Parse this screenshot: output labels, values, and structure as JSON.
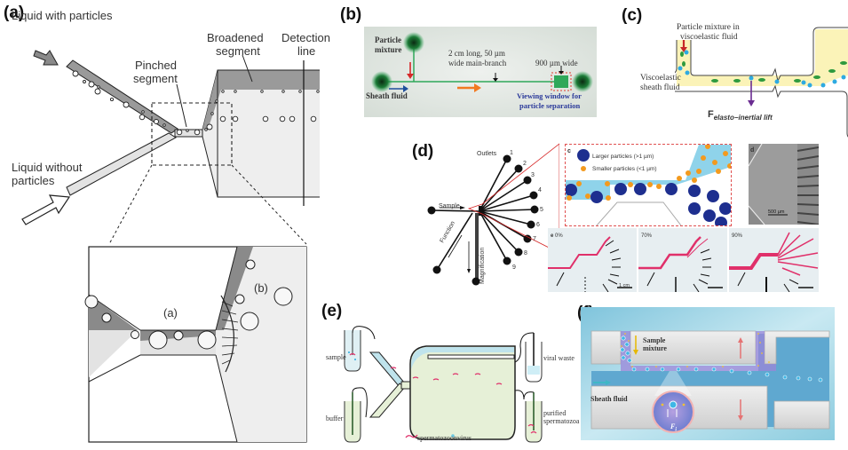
{
  "figure": {
    "panels": {
      "a": {
        "label": "(a)",
        "inlet_with_particles": "Liquid with particles",
        "inlet_without_particles_line1": "Liquid without",
        "inlet_without_particles_line2": "particles",
        "pinched_line1": "Pinched",
        "pinched_line2": "segment",
        "broadened_line1": "Broadened",
        "broadened_line2": "segment",
        "detection_line1": "Detection",
        "detection_line2": "line",
        "inset_label_a": "(a)",
        "inset_label_b": "(b)"
      },
      "b": {
        "label": "(b)",
        "particle_mixture_line1": "Particle",
        "particle_mixture_line2": "mixture",
        "main_branch_line1": "2 cm long, 50 µm",
        "main_branch_line2": "wide main-branch",
        "width_label": "900 µm wide",
        "sheath_fluid": "Sheath fluid",
        "viewing_window_line1": "Viewing window for",
        "viewing_window_line2": "particle separation"
      },
      "c": {
        "label": "(c)",
        "mixture_line1": "Particle mixture in",
        "mixture_line2": "viscoelastic fluid",
        "sheath_line1": "Viscoelastic",
        "sheath_line2": "sheath fluid",
        "force_symbol": "F",
        "force_subscript": "elasto−inertial lift"
      },
      "d": {
        "label": "(d)",
        "outlets_label": "Outlets",
        "outlet_numbers": [
          "1",
          "2",
          "3",
          "4",
          "5",
          "6",
          "7",
          "8",
          "9"
        ],
        "sample_label": "Sample",
        "function_label": "Function",
        "magnification_label": "Magnification",
        "inset_c": {
          "tag": "c",
          "legend_large": "Larger particles (>1 µm)",
          "legend_small": "Smaller particles (<1 µm)"
        },
        "inset_d": {
          "tag": "d",
          "scale_bar": "500 µm"
        },
        "inset_e": {
          "tag": "e",
          "frames": [
            "0%",
            "70%",
            "90%"
          ],
          "scale_bar": "1 cm"
        }
      },
      "e": {
        "label": "(e)",
        "sample": "sample",
        "buffer": "buffer",
        "viral_waste": "viral waste",
        "purified_line1": "purified",
        "purified_line2": "spermatozoa",
        "legend_sperm": "spermatozoon",
        "legend_virus": "virus"
      },
      "f": {
        "label": "(f)",
        "sample_line1": "Sample",
        "sample_line2": "mixture",
        "sheath_fluid": "Sheath fluid",
        "force_symbol": "F",
        "force_subscript": "i"
      }
    },
    "colors": {
      "green_channel": "#2fa85a",
      "blue_arrow": "#1f4e9c",
      "red_arrow": "#d62828",
      "orange_arrow": "#f27a21",
      "purple_arrow": "#6a2c91",
      "viscoelastic_fill": "#fbf3b8",
      "particle_blue": "#2eaae1",
      "particle_green": "#2e9a3e",
      "large_particle": "#1e2f8f",
      "small_particle": "#f39a1e",
      "cyan_fluid": "#8fd3ea",
      "device_bg": "#7fc4dc"
    }
  }
}
